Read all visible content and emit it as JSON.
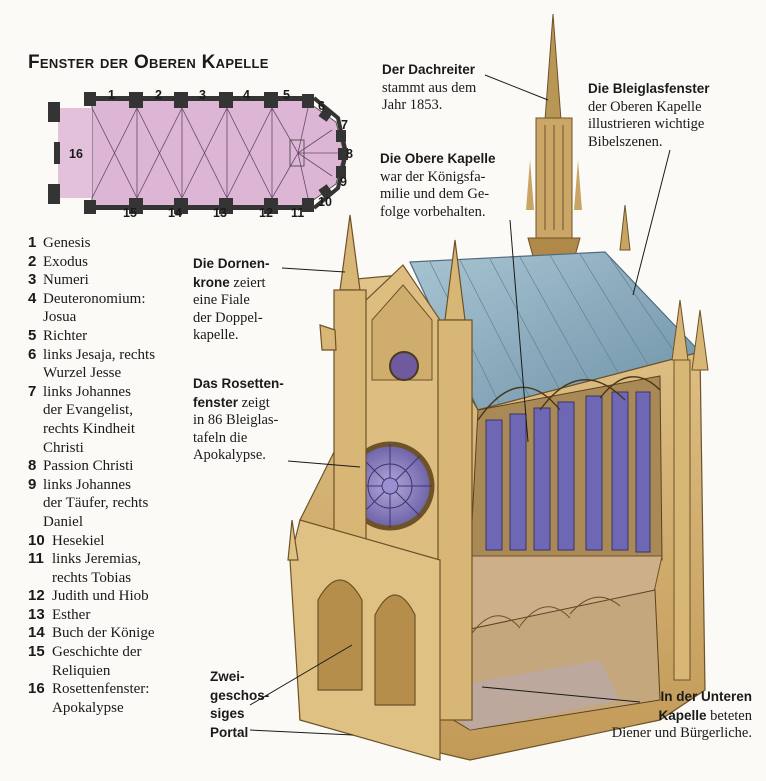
{
  "title": "Fenster der Oberen Kapelle",
  "plan": {
    "top_numbers": [
      "1",
      "2",
      "3",
      "4",
      "5",
      "6",
      "7",
      "8",
      "9",
      "10"
    ],
    "bottom_numbers": [
      "15",
      "14",
      "13",
      "12",
      "11"
    ],
    "west_number": "16"
  },
  "legend": [
    {
      "num": "1",
      "text": "Genesis"
    },
    {
      "num": "2",
      "text": "Exodus"
    },
    {
      "num": "3",
      "text": "Numeri"
    },
    {
      "num": "4",
      "text": "Deuteronomium:",
      "cont": [
        "Josua"
      ]
    },
    {
      "num": "5",
      "text": "Richter"
    },
    {
      "num": "6",
      "text": "links Jesaja, rechts",
      "cont": [
        "Wurzel Jesse"
      ]
    },
    {
      "num": "7",
      "text": "links Johannes",
      "cont": [
        "der Evangelist,",
        "rechts Kindheit",
        "Christi"
      ]
    },
    {
      "num": "8",
      "text": "Passion Christi"
    },
    {
      "num": "9",
      "text": "links Johannes",
      "cont": [
        "der Täufer, rechts",
        "Daniel"
      ]
    },
    {
      "num": "10",
      "text": "Hesekiel"
    },
    {
      "num": "11",
      "text": "links Jeremias,",
      "cont": [
        "rechts Tobias"
      ]
    },
    {
      "num": "12",
      "text": "Judith und Hiob"
    },
    {
      "num": "13",
      "text": "Esther"
    },
    {
      "num": "14",
      "text": "Buch der Könige"
    },
    {
      "num": "15",
      "text": "Geschichte der",
      "cont": [
        "Reliquien"
      ]
    },
    {
      "num": "16",
      "text": "Rosettenfenster:",
      "cont": [
        "Apokalypse"
      ]
    }
  ],
  "callouts": {
    "dachreiter": {
      "bold": "Der Dachreiter",
      "lines": [
        "stammt aus dem",
        "Jahr 1853."
      ]
    },
    "bleiglas": {
      "bold": "Die Bleiglasfenster",
      "lines": [
        "der Oberen Kapelle",
        "illustrieren wichtige",
        "Bibelszenen."
      ]
    },
    "obere": {
      "bold": "Die Obere Kapelle",
      "lines": [
        "war der Königsfa-",
        "milie und dem Ge-",
        "folge vorbehalten."
      ]
    },
    "dornen": {
      "bold1": "Die Dornen-",
      "bold2": "krone",
      "rest2": " zeiert",
      "lines": [
        "eine Fiale",
        "der Doppel-",
        "kapelle."
      ]
    },
    "rosette": {
      "bold1": "Das Rosetten-",
      "bold2": "fenster",
      "rest2": " zeigt",
      "lines": [
        "in 86 Bleiglas-",
        "tafeln die",
        "Apokalypse."
      ]
    },
    "portal": {
      "bold_lines": [
        "Zwei-",
        "geschos-",
        "siges",
        "Portal"
      ]
    },
    "untere": {
      "bold": "In der Unteren",
      "bold2": "Kapelle",
      "rest2": " beteten",
      "lines": [
        "Diener und Bürgerliche."
      ]
    }
  },
  "colors": {
    "stone": "#d9b778",
    "stone_dark": "#b08848",
    "roof": "#8fb0c2",
    "window": "#6e68b4",
    "plan_fill": "#ddb6d6",
    "plan_wall": "#343434"
  }
}
